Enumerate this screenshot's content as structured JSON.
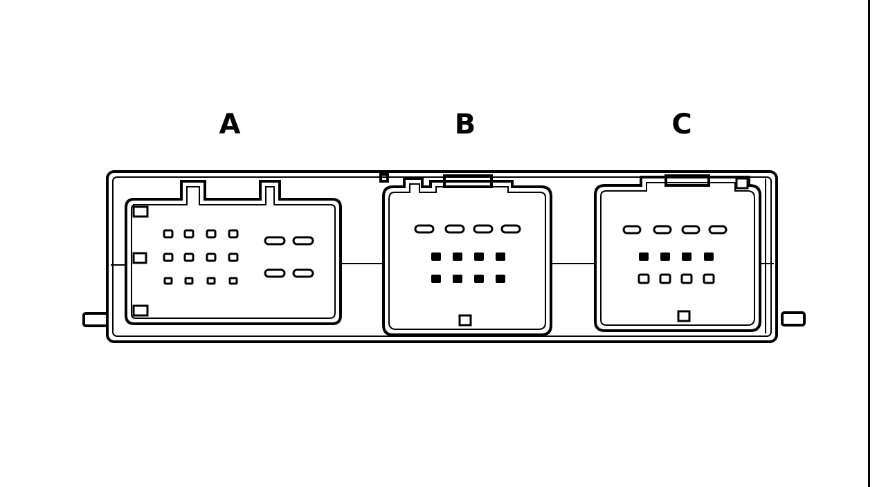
{
  "diagram": {
    "connectors": [
      {
        "id": "A",
        "label": "A"
      },
      {
        "id": "B",
        "label": "B"
      },
      {
        "id": "C",
        "label": "C"
      }
    ],
    "colors": {
      "ink": "#000000",
      "background": "#ffffff"
    }
  }
}
